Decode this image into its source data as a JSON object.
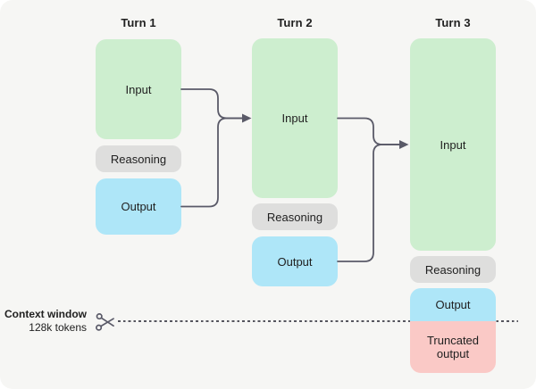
{
  "columns": [
    {
      "label": "Turn 1",
      "boxes": [
        {
          "name": "input",
          "label": "Input"
        },
        {
          "name": "reasoning",
          "label": "Reasoning"
        },
        {
          "name": "output",
          "label": "Output"
        }
      ]
    },
    {
      "label": "Turn 2",
      "boxes": [
        {
          "name": "input",
          "label": "Input"
        },
        {
          "name": "reasoning",
          "label": "Reasoning"
        },
        {
          "name": "output",
          "label": "Output"
        }
      ]
    },
    {
      "label": "Turn 3",
      "boxes": [
        {
          "name": "input",
          "label": "Input"
        },
        {
          "name": "reasoning",
          "label": "Reasoning"
        },
        {
          "name": "output",
          "label": "Output"
        },
        {
          "name": "truncated_output",
          "label": "Truncated output"
        }
      ]
    }
  ],
  "context_window": {
    "label": "Context window",
    "tokens": "128k tokens",
    "icon": "scissors-icon"
  },
  "colors": {
    "canvas_bg": "#F6F6F4",
    "input_fill": "#CDEECF",
    "reasoning_fill": "#DEDEDD",
    "output_fill": "#AEE6F8",
    "truncated_fill": "#FAC9C6",
    "connector": "#5A5A68",
    "dash": "#55555E",
    "text": "#212121"
  }
}
